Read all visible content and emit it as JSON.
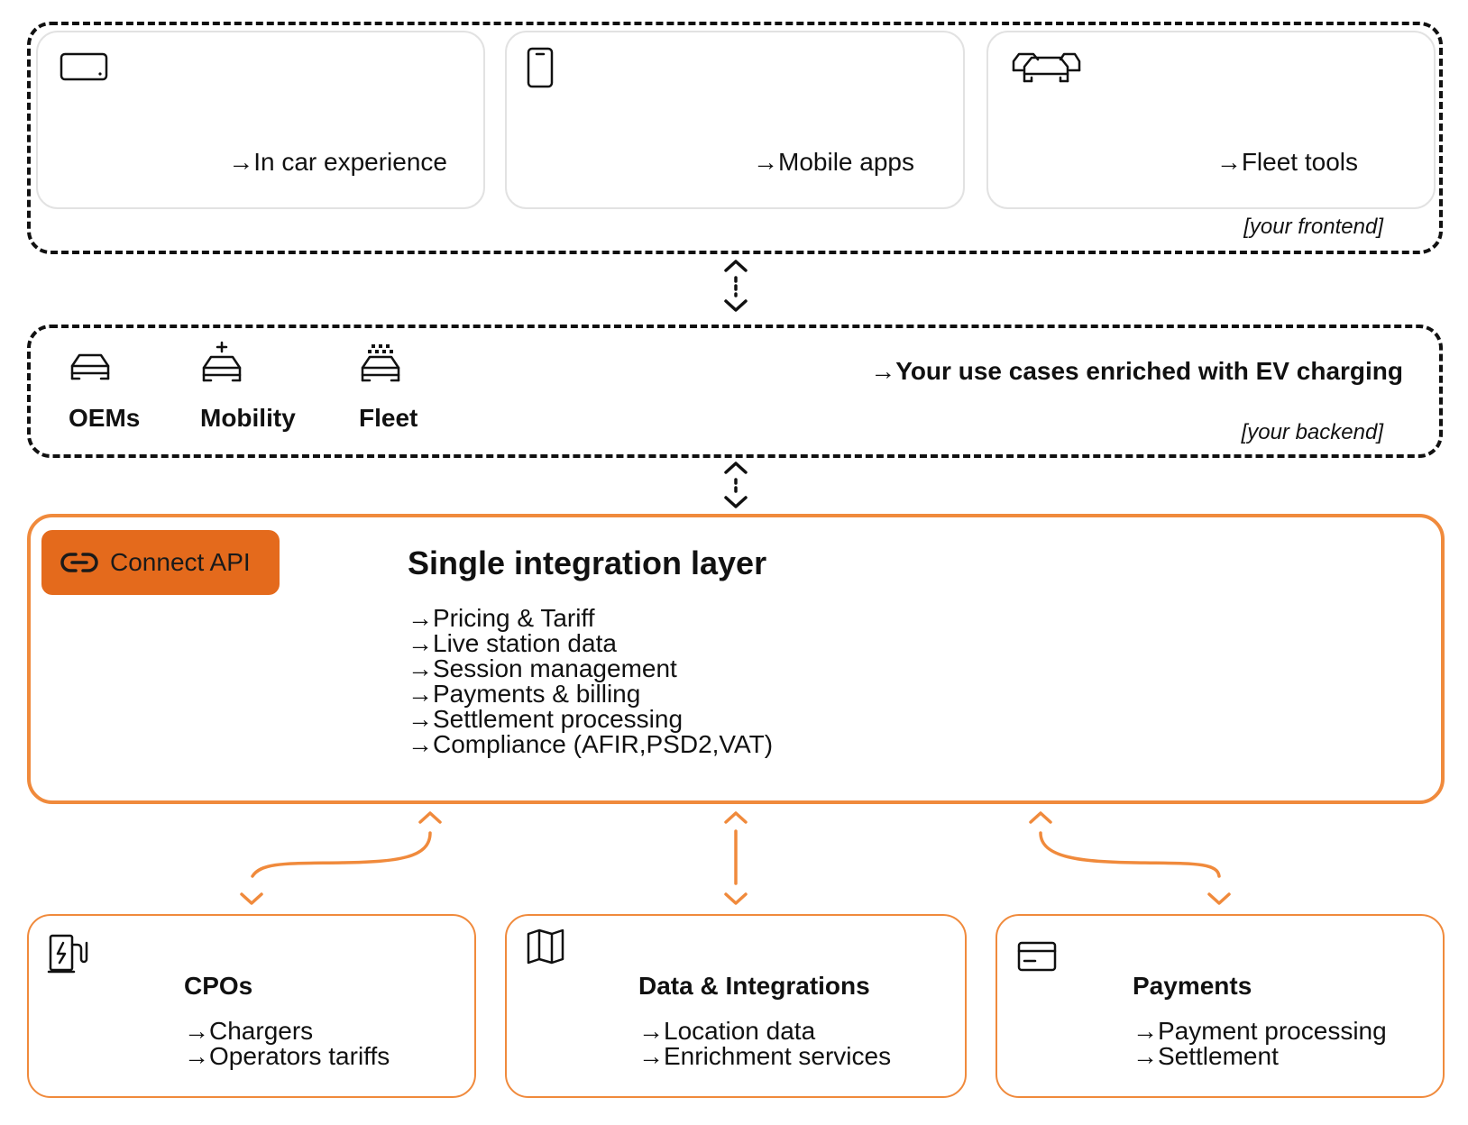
{
  "frontend": {
    "tag": "[your frontend]",
    "cards": [
      {
        "label": "→In car experience",
        "icon": "tablet-icon"
      },
      {
        "label": "→Mobile apps",
        "icon": "smartphone-icon"
      },
      {
        "label": "→Fleet tools",
        "icon": "cars-icon"
      }
    ]
  },
  "backend": {
    "tag": "[your backend]",
    "headline": "→Your use cases enriched with EV charging",
    "personas": [
      {
        "label": "OEMs",
        "icon": "car-icon"
      },
      {
        "label": "Mobility",
        "icon": "car-plus-icon"
      },
      {
        "label": "Fleet",
        "icon": "car-fleet-icon"
      }
    ]
  },
  "integration": {
    "badge": "Connect API",
    "badge_icon": "link-icon",
    "title": "Single integration layer",
    "features": [
      "→Pricing & Tariff",
      "→Live station data",
      "→Session management",
      "→Payments & billing",
      "→Settlement processing",
      "→Compliance (AFIR,PSD2,VAT)"
    ]
  },
  "providers": [
    {
      "title": "CPOs",
      "icon": "ev-charger-icon",
      "items": [
        "→Chargers",
        "→Operators tariffs"
      ]
    },
    {
      "title": "Data & Integrations",
      "icon": "map-icon",
      "items": [
        "→Location data",
        "→Enrichment services"
      ]
    },
    {
      "title": "Payments",
      "icon": "credit-card-icon",
      "items": [
        "→Payment processing",
        "→Settlement"
      ]
    }
  ],
  "colors": {
    "accent": "#f08a3c",
    "badge": "#e46a1c",
    "ink": "#111111",
    "card_border": "#e2e2e2"
  }
}
